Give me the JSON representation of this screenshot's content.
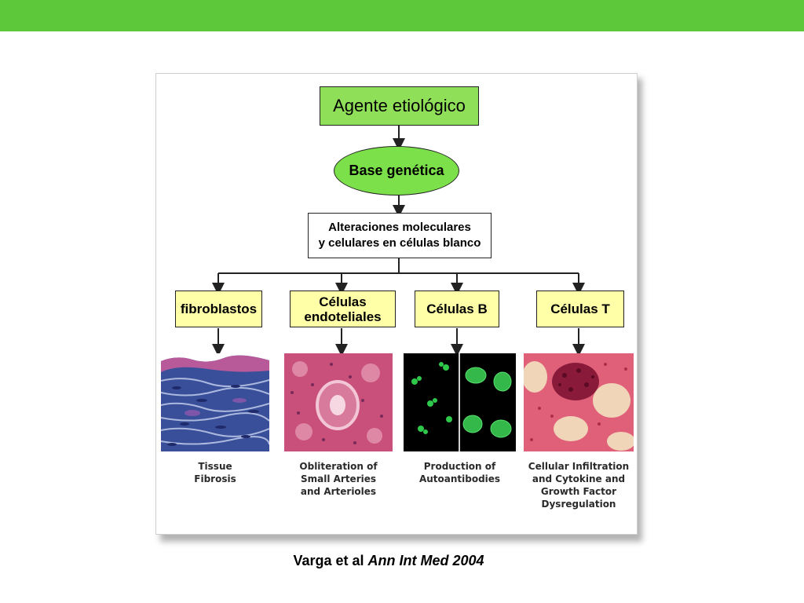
{
  "colors": {
    "top_bar": "#5dc93a",
    "box_fill": "#ffffa8",
    "ellipse_fill": "#7be049",
    "agent_fill": "#8fe058",
    "connector": "#222222"
  },
  "diagram": {
    "agent_label": "Agente etiológico",
    "genetic_label": "Base genética",
    "molecular_line1": "Alteraciones moleculares",
    "molecular_line2": "y celulares en células blanco",
    "cells": [
      {
        "line1": "fibroblastos",
        "line2": ""
      },
      {
        "line1": "Células",
        "line2": "endoteliales"
      },
      {
        "line1": "Células B",
        "line2": ""
      },
      {
        "line1": "Células T",
        "line2": ""
      }
    ],
    "images": [
      {
        "line1": "Tissue",
        "line2": "Fibrosis",
        "line3": "",
        "line4": ""
      },
      {
        "line1": "Obliteration of",
        "line2": "Small Arteries",
        "line3": "and Arterioles",
        "line4": ""
      },
      {
        "line1": "Production of",
        "line2": "Autoantibodies",
        "line3": "",
        "line4": ""
      },
      {
        "line1": "Cellular Infiltration",
        "line2": "and Cytokine and",
        "line3": "Growth Factor",
        "line4": "Dysregulation"
      }
    ]
  },
  "citation": {
    "authors": "Varga et al",
    "journal": "Ann Int Med 2004"
  }
}
